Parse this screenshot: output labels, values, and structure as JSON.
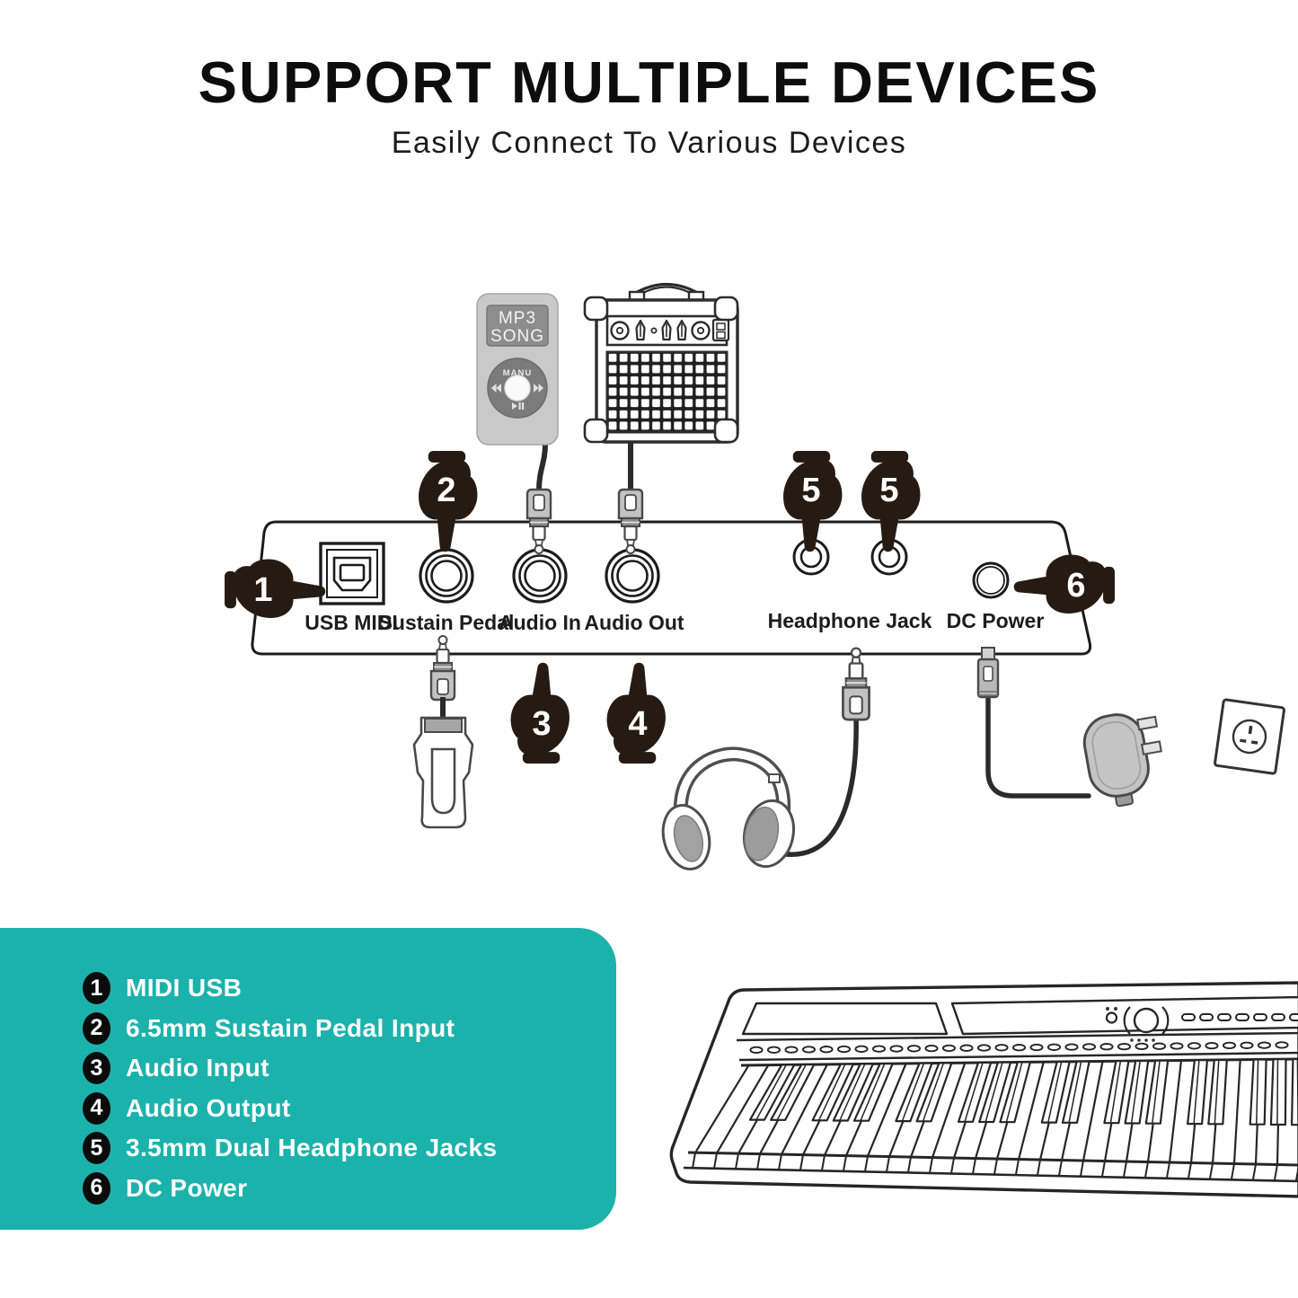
{
  "colors": {
    "accent": "#1cb2ac",
    "hand": "#261b12",
    "line": "#262626"
  },
  "header": {
    "title": "SUPPORT MULTIPLE DEVICES",
    "subtitle": "Easily Connect To Various Devices"
  },
  "panel": {
    "labels": {
      "usb_midi": "USB MIDI",
      "sustain_pedal": "Sustain Pedal",
      "audio_in": "Audio In",
      "audio_out": "Audio Out",
      "headphone_jack": "Headphone Jack",
      "dc_power": "DC Power"
    }
  },
  "callouts": {
    "n1": "1",
    "n2": "2",
    "n3": "3",
    "n4": "4",
    "n5a": "5",
    "n5b": "5",
    "n6": "6"
  },
  "mp3_player": {
    "line1": "MP3",
    "line2": "SONG",
    "wheel_label": "MANU"
  },
  "legend": {
    "items": [
      {
        "num": "1",
        "label": "MIDI USB"
      },
      {
        "num": "2",
        "label": "6.5mm Sustain Pedal Input"
      },
      {
        "num": "3",
        "label": "Audio Input"
      },
      {
        "num": "4",
        "label": "Audio Output"
      },
      {
        "num": "5",
        "label": "3.5mm Dual Headphone Jacks"
      },
      {
        "num": "6",
        "label": "DC Power"
      }
    ]
  }
}
